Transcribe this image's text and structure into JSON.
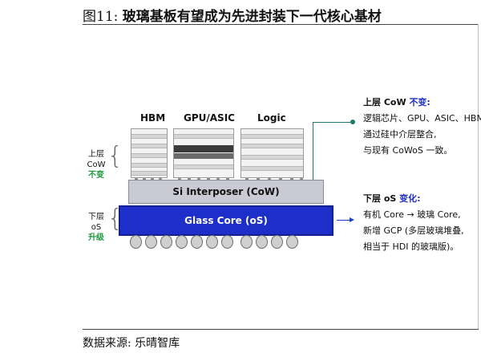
{
  "figure": {
    "number": "图11:",
    "title": "玻璃基板有望成为先进封装下一代核心基材"
  },
  "source": "数据来源: 乐晴智库",
  "chips": [
    {
      "label": "HBM"
    },
    {
      "label": "GPU/ASIC"
    },
    {
      "label": "Logic"
    }
  ],
  "layers": {
    "interposer": "Si Interposer (CoW)",
    "glass_core": "Glass Core (oS)"
  },
  "side_labels": {
    "upper": {
      "line1": "上层",
      "line2": "CoW",
      "status": "不变"
    },
    "lower": {
      "line1": "下层",
      "line2": "oS",
      "status": "升级"
    }
  },
  "annotations": {
    "upper": {
      "title_prefix": "上层 CoW",
      "title_suffix": "不变:",
      "lines": [
        "逻辑芯片、GPU、ASIC、HBM",
        "通过硅中介层整合,",
        "与现有 CoWoS 一致。"
      ]
    },
    "lower": {
      "title_prefix": "下层 oS",
      "title_suffix": "变化:",
      "lines": [
        "有机 Core → 玻璃 Core,",
        "新增 GCP (多层玻璃堆叠,",
        "相当于 HDI 的玻璃版)。"
      ]
    }
  },
  "colors": {
    "glass_core": "#1e2ec9",
    "interposer": "#c9cad3",
    "accent_green": "#1c9a3a",
    "connector": "#1c7a6a"
  }
}
